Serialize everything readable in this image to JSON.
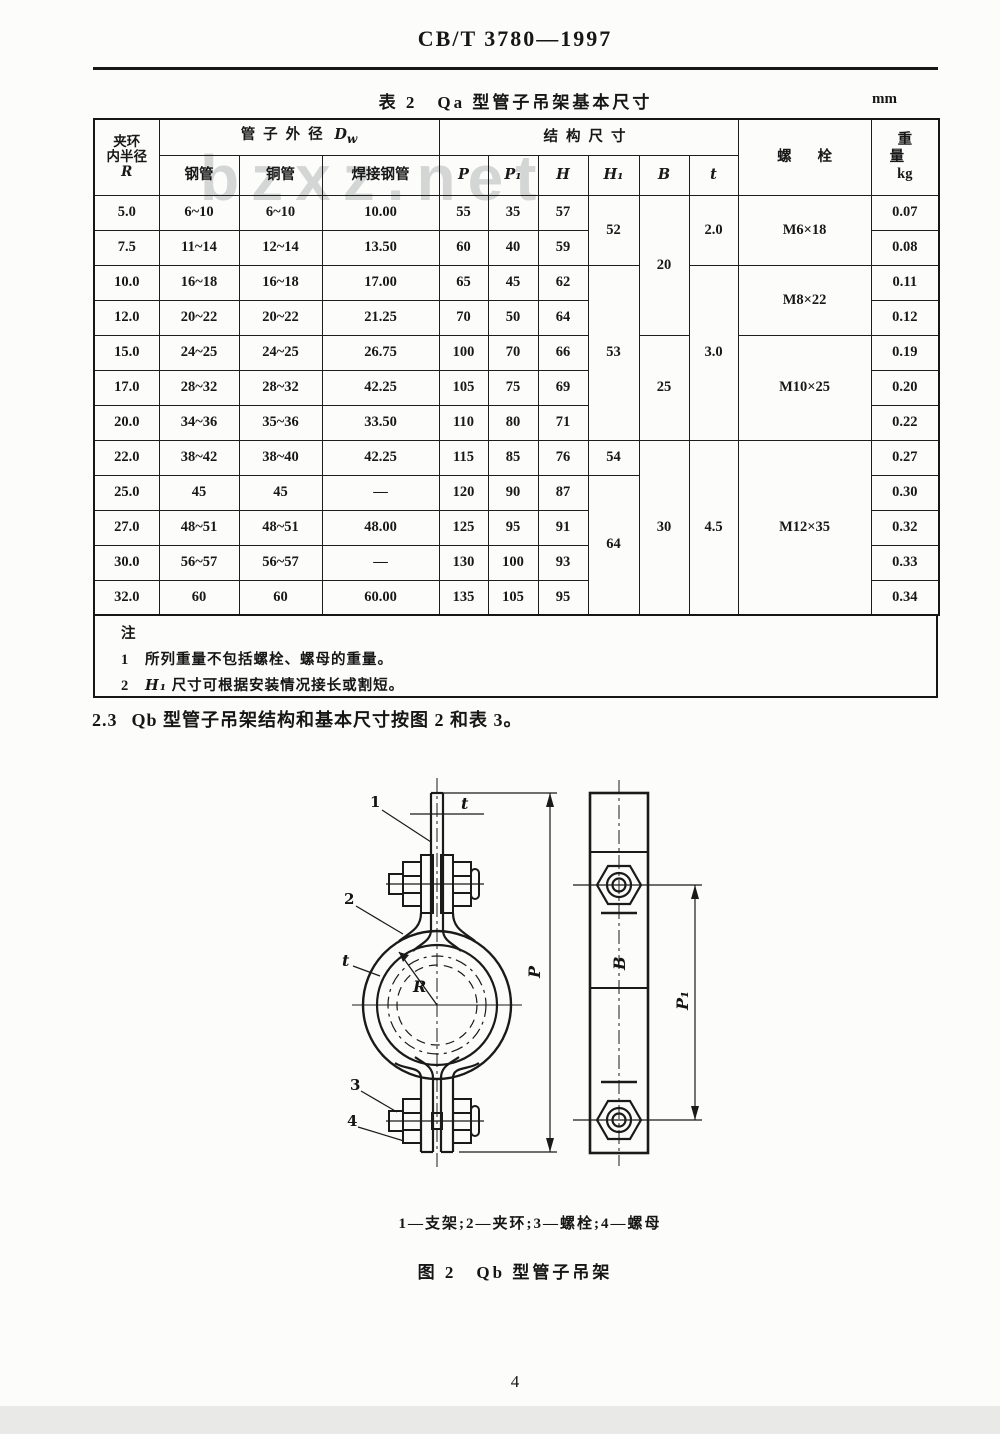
{
  "page": {
    "doc_number": "CB/T 3780—1997",
    "page_number": "4",
    "watermark": "bzxz.net"
  },
  "table": {
    "caption": "表 2　Qa 型管子吊架基本尺寸",
    "unit": "mm",
    "headers": {
      "radius_l1": "夹环",
      "radius_l2": "内半径",
      "radius_l3": "R",
      "group_outer_diameter": "管子外径",
      "od_symbol": "D",
      "od_sub": "w",
      "sub_steel": "钢管",
      "sub_copper": "铜管",
      "sub_welded": "焊接钢管",
      "group_structure": "结构尺寸",
      "dims": [
        "P",
        "P₁",
        "H",
        "H₁",
        "B",
        "t"
      ],
      "bolt": "螺栓",
      "weight": "重量",
      "weight_unit": "kg"
    },
    "rows": [
      [
        "5.0",
        "6~10",
        "6~10",
        "10.00",
        "55",
        "35",
        "57",
        "0.07"
      ],
      [
        "7.5",
        "11~14",
        "12~14",
        "13.50",
        "60",
        "40",
        "59",
        "0.08"
      ],
      [
        "10.0",
        "16~18",
        "16~18",
        "17.00",
        "65",
        "45",
        "62",
        "0.11"
      ],
      [
        "12.0",
        "20~22",
        "20~22",
        "21.25",
        "70",
        "50",
        "64",
        "0.12"
      ],
      [
        "15.0",
        "24~25",
        "24~25",
        "26.75",
        "100",
        "70",
        "66",
        "0.19"
      ],
      [
        "17.0",
        "28~32",
        "28~32",
        "42.25",
        "105",
        "75",
        "69",
        "0.20"
      ],
      [
        "20.0",
        "34~36",
        "35~36",
        "33.50",
        "110",
        "80",
        "71",
        "0.22"
      ],
      [
        "22.0",
        "38~42",
        "38~40",
        "42.25",
        "115",
        "85",
        "76",
        "0.27"
      ],
      [
        "25.0",
        "45",
        "45",
        "—",
        "120",
        "90",
        "87",
        "0.30"
      ],
      [
        "27.0",
        "48~51",
        "48~51",
        "48.00",
        "125",
        "95",
        "91",
        "0.32"
      ],
      [
        "30.0",
        "56~57",
        "56~57",
        "—",
        "130",
        "100",
        "93",
        "0.33"
      ],
      [
        "32.0",
        "60",
        "60",
        "60.00",
        "135",
        "105",
        "95",
        "0.34"
      ]
    ],
    "merged": {
      "h1": [
        "52",
        "53",
        "54",
        "64"
      ],
      "b": [
        "20",
        "25",
        "30"
      ],
      "t": [
        "2.0",
        "3.0",
        "4.5"
      ],
      "bolt": [
        "M6×18",
        "M8×22",
        "M10×25",
        "M12×35"
      ]
    },
    "notes": {
      "label": "注",
      "item1_num": "1",
      "item1_text": "所列重量不包括螺栓、螺母的重量。",
      "item2_num": "2",
      "item2_sym": "H₁",
      "item2_text": " 尺寸可根据安装情况接长或割短。"
    }
  },
  "section": {
    "number": "2.3",
    "text": "Qb 型管子吊架结构和基本尺寸按图 2 和表 3。"
  },
  "figure": {
    "labels": {
      "part1": "1",
      "part2": "2",
      "part3": "3",
      "part4": "4",
      "t_top": "t",
      "t_ring": "t",
      "radius": "R",
      "dim_p": "P",
      "dim_p1": "P₁",
      "dim_b": "B"
    },
    "legend": "1—支架;2—夹环;3—螺栓;4—螺母",
    "title": "图 2　Qb 型管子吊架"
  }
}
